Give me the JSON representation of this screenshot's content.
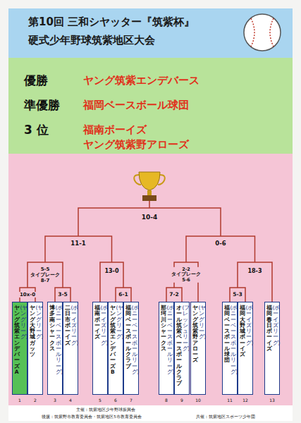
{
  "diagram": {
    "title": "第10回 三和シヤッター『筑紫杯』 硬式少年野球筑紫地区大会",
    "nodes": [
      {
        "text": [
          "優勝",
          "ヤング筑紫エンデバース",
          "準優勝",
          "福岡ベースボール球団",
          "3 位",
          "福南ボーイズ",
          "ヤング筑紫野アローズ"
        ]
      },
      {
        "text": [
          "ヤング筑紫エンデバーズA",
          "(ヤングリーグ)"
        ]
      },
      {
        "text": [
          "ヤング大野城ガッツ",
          "(ヤングリーグ)"
        ]
      },
      {
        "text": [
          "博多南シャークス",
          "(ポニーベースボールリーグ)"
        ]
      },
      {
        "text": [
          "二日市ボーイズ",
          "(ボーイズリーグ)"
        ]
      },
      {
        "text": [
          "福南ボーイズ",
          "(ボーイズリーグ)"
        ]
      },
      {
        "text": [
          "ヤング筑紫エンデバーズB",
          "(ヤングリーグ)"
        ]
      },
      {
        "text": [
          "福岡ベースボールクラブ",
          "(ポニーベースボールリーグ)"
        ]
      },
      {
        "text": [
          "那珂川シャークス",
          "(ポニーベースボールリーグ)"
        ]
      },
      {
        "text": [
          "オール筑紫ベースボールクラブ",
          "(フレッシュリーグ)"
        ]
      },
      {
        "text": [
          "ヤング筑紫野アローズ",
          "(ヤングリーグ)"
        ]
      },
      {
        "text": [
          "福岡ベースボール球団",
          "(ポニーベースボールリーグ)"
        ]
      },
      {
        "text": [
          "福岡大野城ボーイズ",
          "(ボーイズリーグ)"
        ]
      },
      {
        "text": [
          "福岡春日ボーイズ",
          "(ボーイズリーグ)"
        ]
      }
    ],
    "labels": [
      "10-4",
      "11-1",
      "0-6",
      "5-5 タイブレーク 8-7",
      "13-0",
      "2-2 タイブレーク 5-6",
      "18-3",
      "10x-0",
      "3-5",
      "6-1",
      "7-2",
      "5-3",
      "1",
      "2",
      "3",
      "4",
      "5",
      "6",
      "7",
      "8",
      "9",
      "10",
      "11",
      "12",
      "13",
      "主催：筑紫地区少年野球振興会",
      "後援：筑紫野市教育委員会・筑紫地区5市教育委員会",
      "共催：筑紫地区スポーツ少年団"
    ]
  }
}
